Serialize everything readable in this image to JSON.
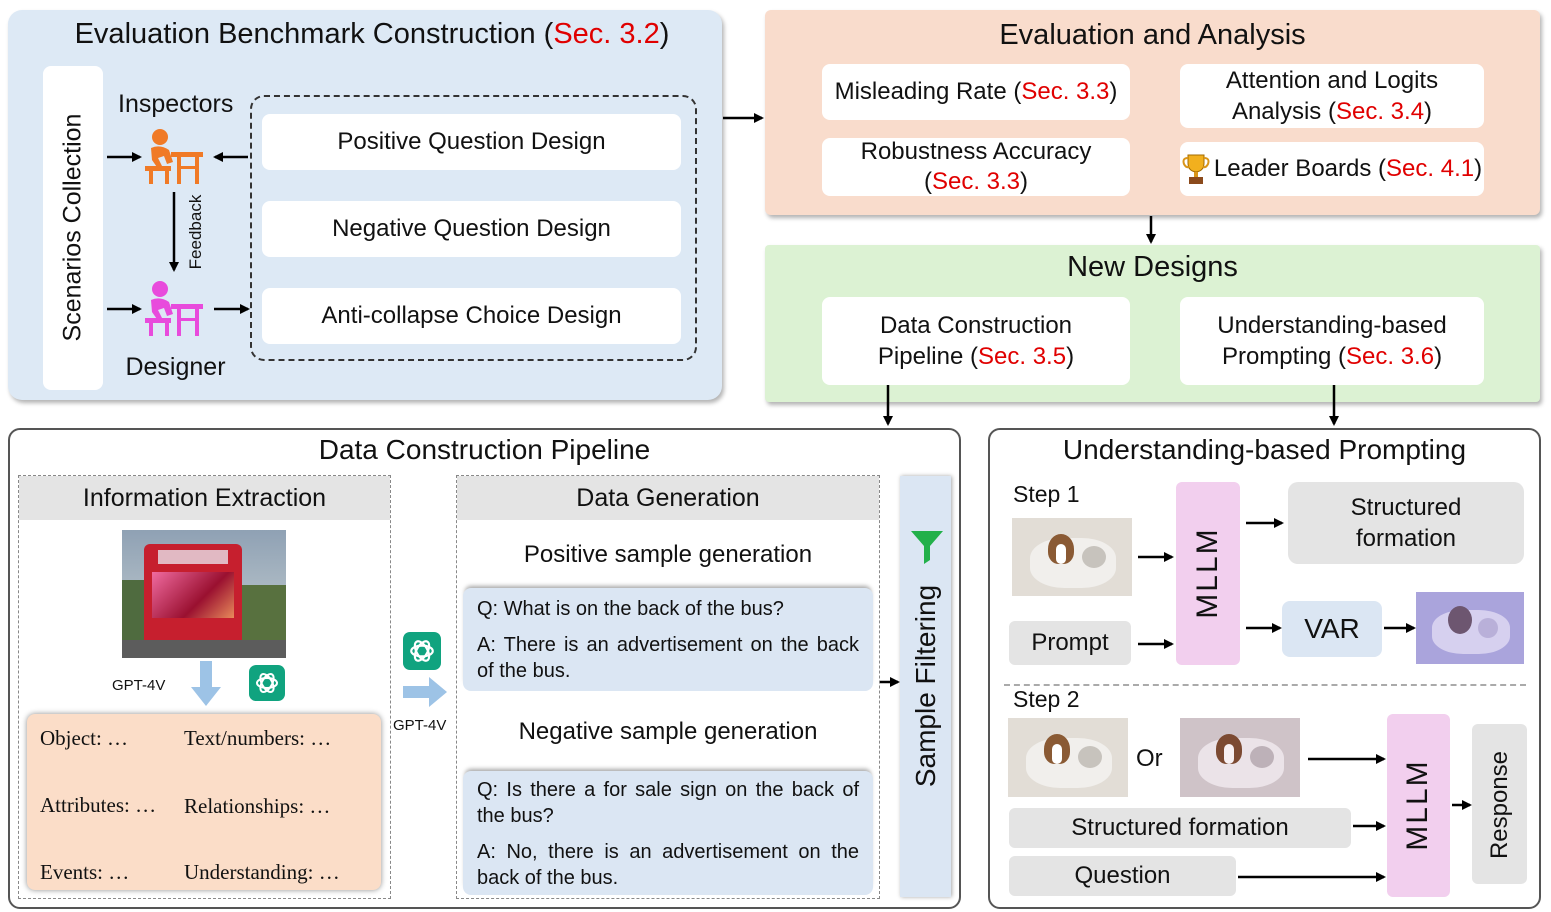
{
  "benchmark": {
    "title": "Evaluation Benchmark Construction",
    "title_ref": "Sec. 3.2",
    "scenarios": "Scenarios Collection",
    "inspectors": "Inspectors",
    "designer": "Designer",
    "feedback": "Feedback",
    "designs": [
      "Positive Question Design",
      "Negative Question Design",
      "Anti-collapse Choice Design"
    ]
  },
  "evaluation": {
    "title": "Evaluation and Analysis",
    "misleading": "Misleading Rate",
    "misleading_ref": "Sec. 3.3",
    "attention_line1": "Attention and Logits",
    "attention_line2": "Analysis",
    "attention_ref": "Sec. 3.4",
    "robustness": "Robustness Accuracy",
    "robustness_ref": "Sec. 3.3",
    "leader": "Leader Boards",
    "leader_ref": "Sec. 4.1"
  },
  "new_designs": {
    "title": "New Designs",
    "dcp_line1": "Data Construction",
    "dcp_line2": "Pipeline",
    "dcp_ref": "Sec. 3.5",
    "ubp_line1": "Understanding-based",
    "ubp_line2": "Prompting",
    "ubp_ref": "Sec. 3.6"
  },
  "pipeline": {
    "title": "Data Construction Pipeline",
    "info_title": "Information Extraction",
    "gpt_label": "GPT-4V",
    "gpt_label2": "GPT-4V",
    "fields": [
      "Object: …",
      "Text/numbers: …",
      "Attributes: …",
      "Relationships: …",
      "Events: …",
      "Understanding: …"
    ],
    "gen_title": "Data Generation",
    "pos_title": "Positive sample generation",
    "pos_q": "Q: What is on the back of the bus?",
    "pos_a": "A: There is an advertisement on the back of the bus.",
    "neg_title": "Negative sample generation",
    "neg_q": "Q: Is there a for sale sign on the back of the bus?",
    "neg_a": "A: No, there is an advertisement on the back of the bus.",
    "filter": "Sample Filtering"
  },
  "prompting": {
    "title": "Understanding-based Prompting",
    "step1": "Step 1",
    "step2": "Step 2",
    "mllm": "MLLM",
    "mllm2": "MLLM",
    "structured": "Structured formation",
    "prompt": "Prompt",
    "var": "VAR",
    "or": "Or",
    "structured2": "Structured formation",
    "question": "Question",
    "response": "Response"
  },
  "colors": {
    "benchmark_bg": "#dde9f5",
    "evaluation_bg": "#f9dccc",
    "new_designs_bg": "#dcf2d3",
    "fields_bg": "#fbddc8",
    "bubble_bg": "#dbe6f3",
    "mllm_bg": "#f2cfee",
    "var_bg": "#dbe6f3",
    "person_orange": "#f07a26",
    "person_pink": "#e84bdc",
    "gpt_green": "#10a37f",
    "red_ref": "#e00000"
  }
}
